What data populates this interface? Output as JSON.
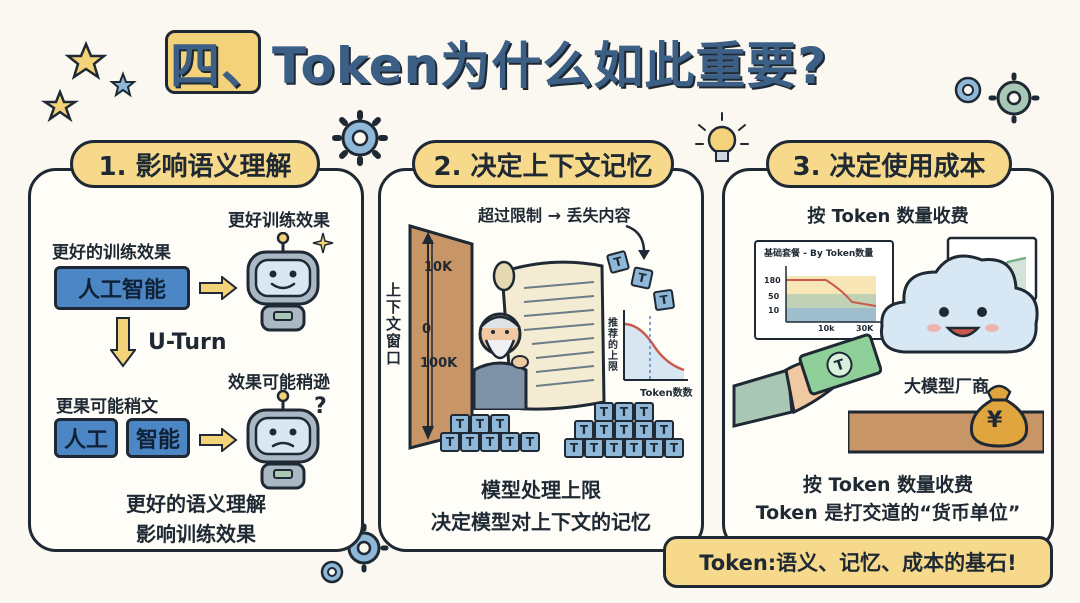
{
  "title": "四、Token为什么如此重要?",
  "panel1": {
    "heading": "1. 影响语义理解",
    "top_label": "更好的训练效果",
    "robot_top_label": "更好训练效果",
    "block_full": "人工智能",
    "uturn": "U-Turn",
    "bottom_label": "更果可能稍文",
    "block_a": "人工",
    "block_b": "智能",
    "robot_bottom_label": "效果可能稍逊",
    "question": "?",
    "caption_line1": "更好的语义理解",
    "caption_line2": "影响训练效果"
  },
  "panel2": {
    "heading": "2. 决定上下文记忆",
    "limit_label": "超过限制 → 丢失内容",
    "window_label": "上下文窗口",
    "tick_10k": "10K",
    "tick_0": "0",
    "tick_100k": "100K",
    "chart_ylabel": "推荐的上限",
    "chart_xlabel": "Token数数",
    "token_letter": "T",
    "caption_line1": "模型处理上限",
    "caption_line2": "决定模型对上下文的记忆"
  },
  "panel3": {
    "heading": "3. 决定使用成本",
    "top_label": "按 Token 数量收费",
    "chart_title": "基础套餐 - By Token数量",
    "chart_y_ticks": [
      "180",
      "50",
      "10"
    ],
    "chart_x_ticks": [
      "10k",
      "30K"
    ],
    "vendor_label": "大模型厂商",
    "yen_symbol": "¥",
    "caption_line1": "按 Token 数量收费",
    "caption_line2": "Token 是打交道的“货币单位”"
  },
  "footer": "Token:语义、记忆、成本的基石!",
  "colors": {
    "accent_yellow": "#f6d98a",
    "accent_blue": "#4d86c4",
    "title_blue": "#3c5f86",
    "ink": "#1f2933"
  }
}
